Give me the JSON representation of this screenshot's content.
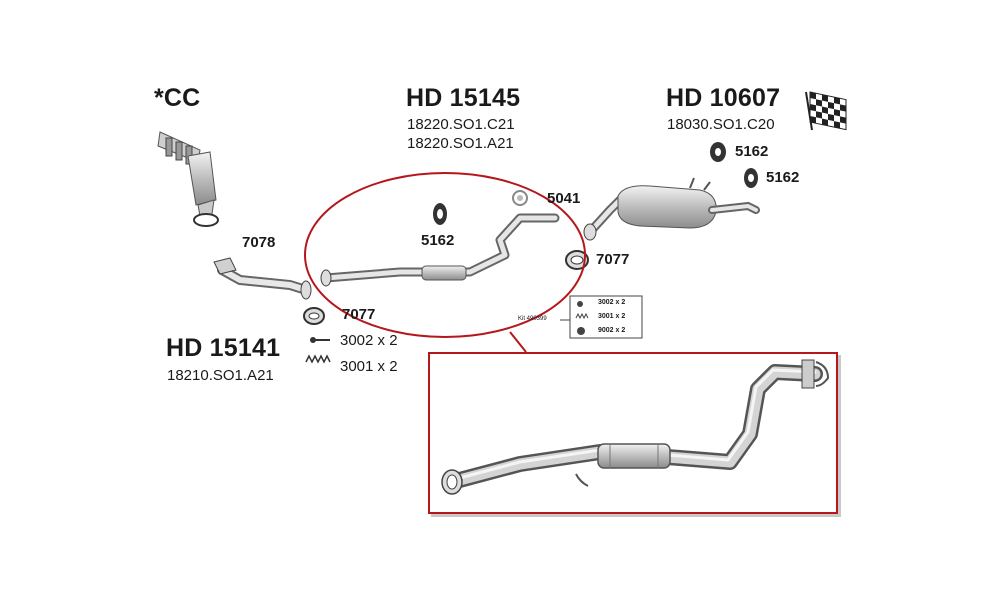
{
  "headers": {
    "cc": "*CC",
    "front": {
      "code": "HD 15141",
      "ref": "18210.SO1.A21"
    },
    "middle": {
      "code": "HD 15145",
      "ref1": "18220.SO1.C21",
      "ref2": "18220.SO1.A21"
    },
    "rear": {
      "code": "HD 10607",
      "ref": "18030.SO1.C20"
    }
  },
  "callouts": {
    "p7078": "7078",
    "p7077_a": "7077",
    "p7077_b": "7077",
    "p5162_a": "5162",
    "p5162_b": "5162",
    "p5162_c": "5162",
    "p5041": "5041"
  },
  "loose_parts": {
    "item1": "3002 x 2",
    "item2": "3001 x 2"
  },
  "kit": {
    "label": "Kit 490399",
    "items": [
      "3002 x 2",
      "3001 x 2",
      "9002 x 2"
    ]
  },
  "colors": {
    "highlight": "#b5171c",
    "part_stroke": "#555555",
    "part_fill": "#d9d9d9"
  }
}
